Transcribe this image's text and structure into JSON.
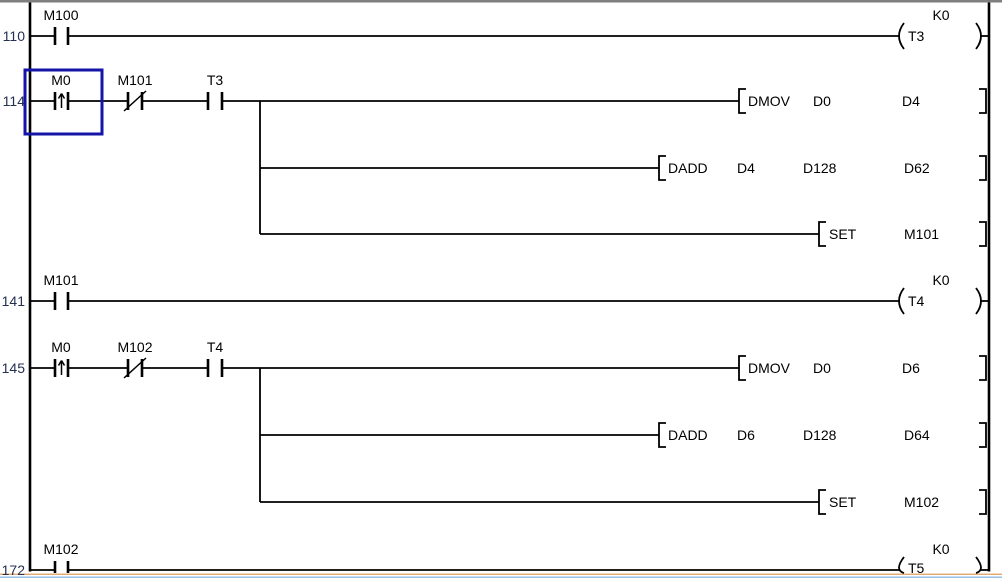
{
  "editor": {
    "type": "plc-ladder-editor",
    "colors": {
      "selection_border": "#1414A8",
      "wire": "#000000",
      "top_border": "#7F7F7F",
      "bottom_accent_orange": "#DFA163",
      "bottom_accent_blue": "#9EC5E8",
      "background": "#FFFFFF"
    },
    "selected_cell": {
      "rung_step": "114",
      "device": "M0",
      "element": "pulse-contact"
    }
  },
  "rungs": [
    {
      "step": "110",
      "contacts": [
        {
          "label": "M100",
          "type": "normally-open"
        }
      ],
      "coil": {
        "device": "T3",
        "preset": "K0"
      }
    },
    {
      "step": "114",
      "contacts": [
        {
          "label": "M0",
          "type": "rising-pulse",
          "selected": true
        },
        {
          "label": "M101",
          "type": "normally-closed"
        },
        {
          "label": "T3",
          "type": "normally-open"
        }
      ],
      "instructions": [
        {
          "op": "DMOV",
          "args": [
            "D0",
            "D4"
          ]
        },
        {
          "op": "DADD",
          "args": [
            "D4",
            "D128",
            "D62"
          ]
        },
        {
          "op": "SET",
          "args": [
            "M101"
          ]
        }
      ]
    },
    {
      "step": "141",
      "contacts": [
        {
          "label": "M101",
          "type": "normally-open"
        }
      ],
      "coil": {
        "device": "T4",
        "preset": "K0"
      }
    },
    {
      "step": "145",
      "contacts": [
        {
          "label": "M0",
          "type": "rising-pulse"
        },
        {
          "label": "M102",
          "type": "normally-closed"
        },
        {
          "label": "T4",
          "type": "normally-open"
        }
      ],
      "instructions": [
        {
          "op": "DMOV",
          "args": [
            "D0",
            "D6"
          ]
        },
        {
          "op": "DADD",
          "args": [
            "D6",
            "D128",
            "D64"
          ]
        },
        {
          "op": "SET",
          "args": [
            "M102"
          ]
        }
      ]
    },
    {
      "step": "172",
      "contacts": [
        {
          "label": "M102",
          "type": "normally-open"
        }
      ],
      "coil": {
        "device": "T5",
        "preset": "K0"
      }
    }
  ]
}
